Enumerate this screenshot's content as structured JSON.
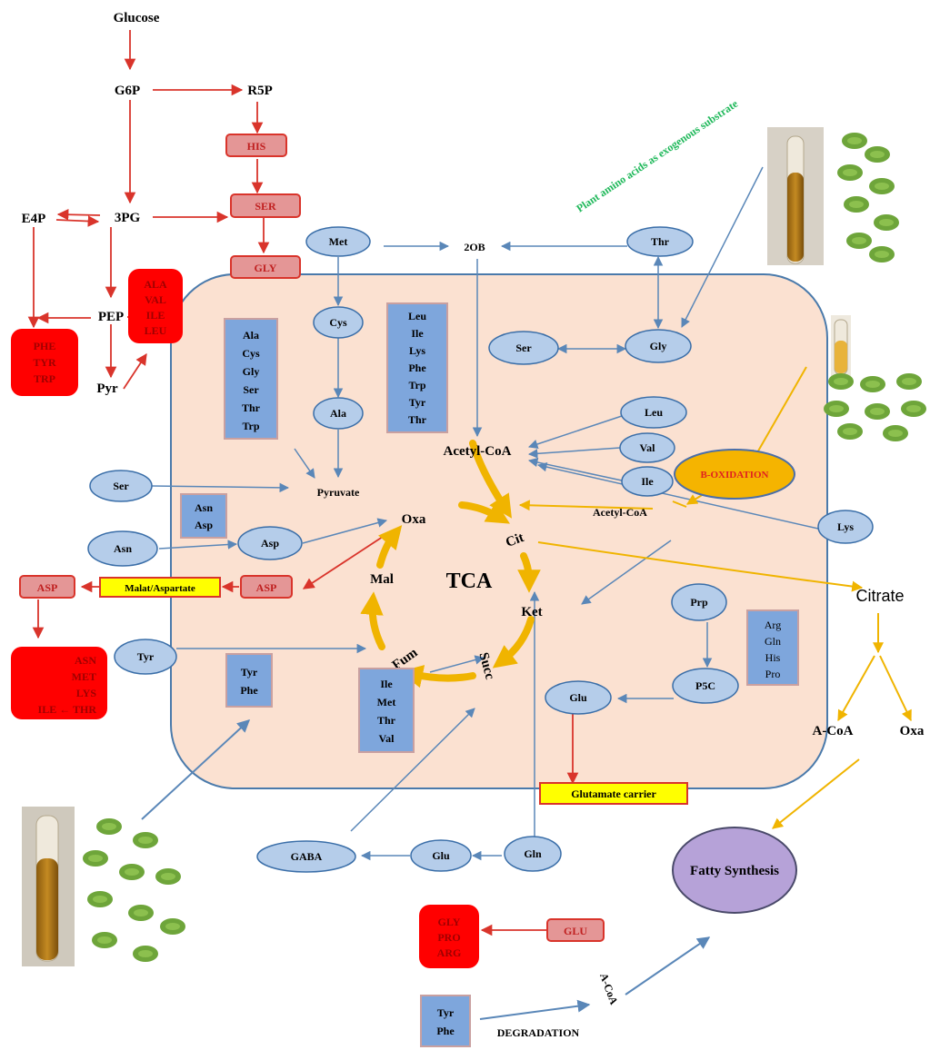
{
  "glycolysis": {
    "glucose": "Glucose",
    "g6p": "G6P",
    "r5p": "R5P",
    "his": "HIS",
    "pg3": "3PG",
    "e4p": "E4P",
    "ser": "SER",
    "gly": "GLY",
    "pep": "PEP",
    "pyr": "Pyr",
    "aromatic": [
      "PHE",
      "TYR",
      "TRP"
    ],
    "branched": [
      "ALA",
      "VAL",
      "ILE",
      "LEU"
    ]
  },
  "aspartate_family": {
    "asp_box": "ASP",
    "products": [
      "ASN",
      "MET",
      "LYS",
      "ILE ← THR"
    ]
  },
  "cell": {
    "tca": "TCA",
    "cycle": {
      "oxa": "Oxa",
      "cit": "Cit",
      "ket": "Ket",
      "succ": "Succ",
      "fum": "Fum",
      "mal": "Mal"
    },
    "acetyl_coa": "Acetyl-CoA",
    "acetyl_coa_2": "Acetyl-CoA",
    "pyruvate": "Pyruvate",
    "two_ob": "2OB",
    "beta_oxidation": "B-OXIDATION",
    "malat_aspartate": "Malat/Aspartate",
    "asp_red": "ASP",
    "glutamate_carrier": "Glutamate carrier",
    "glu_red": "GLU",
    "glu_products": [
      "GLY",
      "PRO",
      "ARG"
    ],
    "blue_boxes": {
      "pyruvate_family": [
        "Ala",
        "Cys",
        "Gly",
        "Ser",
        "Thr",
        "Trp"
      ],
      "acetyl_family": [
        "Leu",
        "Ile",
        "Lys",
        "Phe",
        "Trp",
        "Tyr",
        "Thr"
      ],
      "asn_asp": [
        "Asn",
        "Asp"
      ],
      "tyr_phe": [
        "Tyr",
        "Phe"
      ],
      "succ_family": [
        "Ile",
        "Met",
        "Thr",
        "Val"
      ],
      "glu_family": [
        "Arg",
        "Gln",
        "His",
        "Pro"
      ]
    },
    "ovals": {
      "met": "Met",
      "cys": "Cys",
      "ala": "Ala",
      "thr": "Thr",
      "ser_mid": "Ser",
      "gly": "Gly",
      "leu": "Leu",
      "val": "Val",
      "ile": "Ile",
      "ser_left": "Ser",
      "asn": "Asn",
      "asp": "Asp",
      "lys": "Lys",
      "tyr": "Tyr",
      "prp": "Prp",
      "p5c": "P5C",
      "glu_in": "Glu",
      "gaba": "GABA",
      "glu_out": "Glu",
      "gln": "Gln"
    }
  },
  "external": {
    "plant_label": "Plant amino acids as exogenous substrate",
    "citrate": "Citrate",
    "a_coa": "A-CoA",
    "oxa": "Oxa",
    "fatty": "Fatty Synthesis",
    "degradation": "DEGRADATION",
    "a_coa_2": "A-CoA",
    "tyr_phe": [
      "Tyr",
      "Phe"
    ]
  },
  "colors": {
    "red_arrow": "#d9342b",
    "blue_arrow": "#5a87b8",
    "gold_arrow": "#f0b400",
    "cell_fill": "#fbe1d1",
    "oval_fill": "#b5cdea",
    "box_blue": "#7ea6dc",
    "red_box": "#ff0000",
    "pink_box": "#e49696",
    "yellow_box": "#ffff00",
    "purple": "#b6a2d8"
  }
}
